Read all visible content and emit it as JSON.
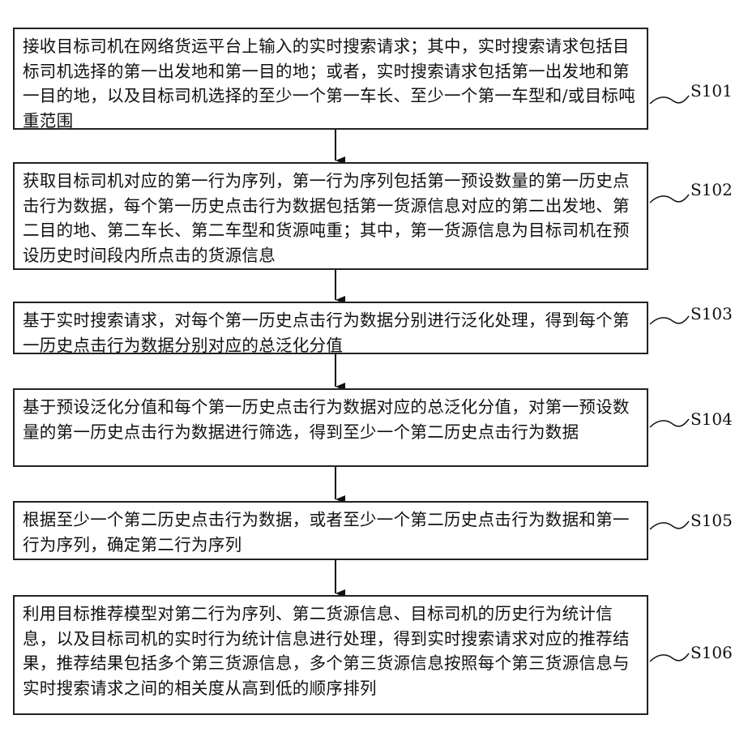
{
  "steps": [
    {
      "id": "S101",
      "text": "接收目标司机在网络货运平台上输入的实时搜索请求；其中，实时搜索请求包括目标司机选择的第一出发地和第一目的地；或者，实时搜索请求包括第一出发地和第一目的地，以及目标司机选择的至少一个第一车长、至少一个第一车型和/或目标吨重范围"
    },
    {
      "id": "S102",
      "text": "获取目标司机对应的第一行为序列，第一行为序列包括第一预设数量的第一历史点击行为数据，每个第一历史点击行为数据包括第一货源信息对应的第二出发地、第二目的地、第二车长、第二车型和货源吨重；其中，第一货源信息为目标司机在预设历史时间段内所点击的货源信息"
    },
    {
      "id": "S103",
      "text": "基于实时搜索请求，对每个第一历史点击行为数据分别进行泛化处理，得到每个第一历史点击行为数据分别对应的总泛化分值"
    },
    {
      "id": "S104",
      "text": "基于预设泛化分值和每个第一历史点击行为数据对应的总泛化分值，对第一预设数量的第一历史点击行为数据进行筛选，得到至少一个第二历史点击行为数据"
    },
    {
      "id": "S105",
      "text": "根据至少一个第二历史点击行为数据，或者至少一个第二历史点击行为数据和第一行为序列，确定第二行为序列"
    },
    {
      "id": "S106",
      "text": "利用目标推荐模型对第二行为序列、第二货源信息、目标司机的历史行为统计信息，以及目标司机的实时行为统计信息进行处理，得到实时搜索请求对应的推荐结果，推荐结果包括多个第三货源信息，多个第三货源信息按照每个第三货源信息与实时搜索请求之间的相关度从高到低的顺序排列"
    }
  ]
}
